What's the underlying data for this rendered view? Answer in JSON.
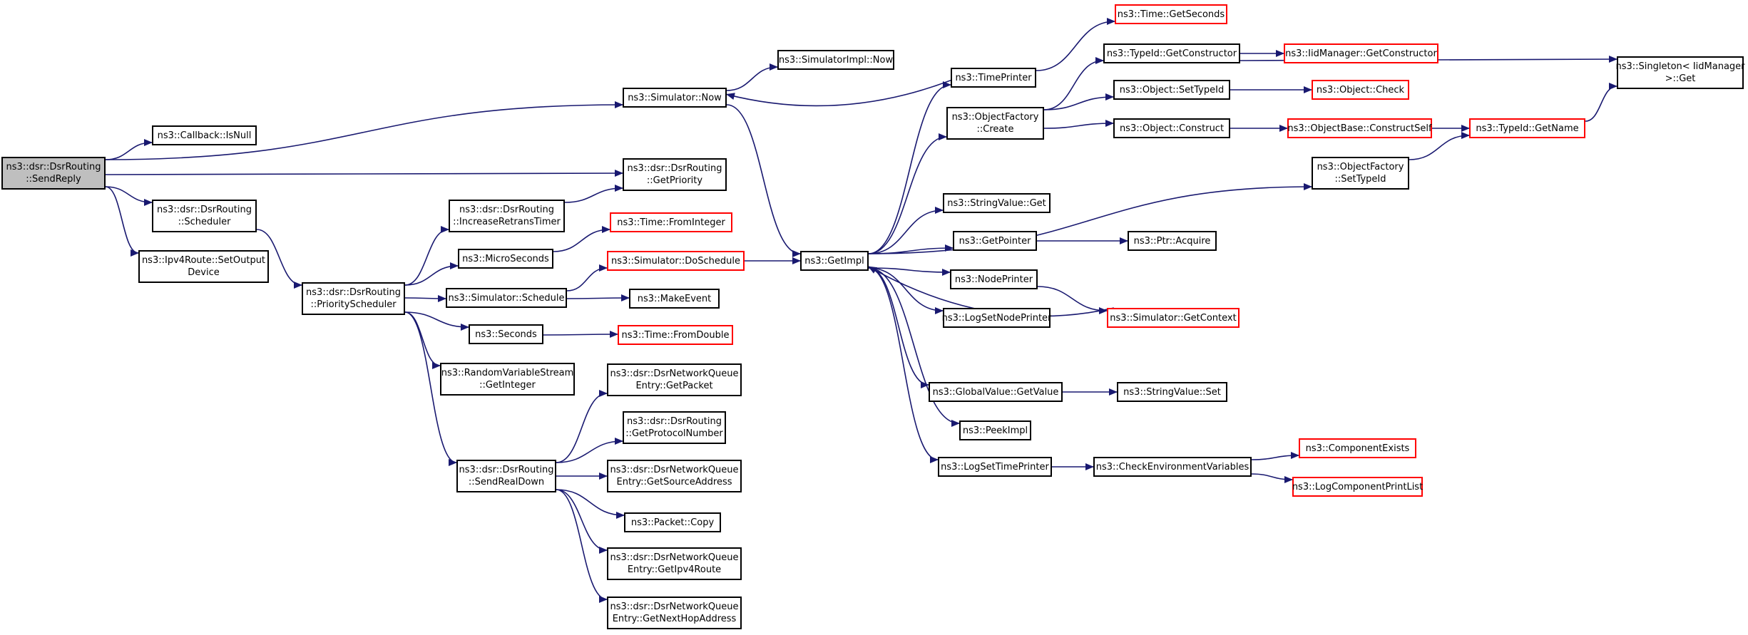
{
  "colors": {
    "edge": "#191970",
    "node_border": "#000000",
    "external_border": "#ff0000",
    "root_fill": "#bfbfbf",
    "background": "#ffffff"
  },
  "nodes": [
    {
      "id": "sendreply",
      "lines": [
        "ns3::dsr::DsrRouting",
        "::SendReply"
      ],
      "style": "root"
    },
    {
      "id": "isnull",
      "lines": [
        "ns3::Callback::IsNull"
      ],
      "style": "normal"
    },
    {
      "id": "scheduler",
      "lines": [
        "ns3::dsr::DsrRouting",
        "::Scheduler"
      ],
      "style": "normal"
    },
    {
      "id": "setoutput",
      "lines": [
        "ns3::Ipv4Route::SetOutput",
        "Device"
      ],
      "style": "normal"
    },
    {
      "id": "priosched",
      "lines": [
        "ns3::dsr::DsrRouting",
        "::PriorityScheduler"
      ],
      "style": "normal"
    },
    {
      "id": "incretrans",
      "lines": [
        "ns3::dsr::DsrRouting",
        "::IncreaseRetransTimer"
      ],
      "style": "normal"
    },
    {
      "id": "micro",
      "lines": [
        "ns3::MicroSeconds"
      ],
      "style": "normal"
    },
    {
      "id": "schedule",
      "lines": [
        "ns3::Simulator::Schedule"
      ],
      "style": "normal"
    },
    {
      "id": "seconds",
      "lines": [
        "ns3::Seconds"
      ],
      "style": "normal"
    },
    {
      "id": "rvs",
      "lines": [
        "ns3::RandomVariableStream",
        "::GetInteger"
      ],
      "style": "normal"
    },
    {
      "id": "realdown",
      "lines": [
        "ns3::dsr::DsrRouting",
        "::SendRealDown"
      ],
      "style": "normal"
    },
    {
      "id": "simnow",
      "lines": [
        "ns3::Simulator::Now"
      ],
      "style": "normal"
    },
    {
      "id": "getprio",
      "lines": [
        "ns3::dsr::DsrRouting",
        "::GetPriority"
      ],
      "style": "normal"
    },
    {
      "id": "fromint",
      "lines": [
        "ns3::Time::FromInteger"
      ],
      "style": "external"
    },
    {
      "id": "dosched",
      "lines": [
        "ns3::Simulator::DoSchedule"
      ],
      "style": "external"
    },
    {
      "id": "makeevent",
      "lines": [
        "ns3::MakeEvent"
      ],
      "style": "normal"
    },
    {
      "id": "fromdouble",
      "lines": [
        "ns3::Time::FromDouble"
      ],
      "style": "external"
    },
    {
      "id": "getpacket",
      "lines": [
        "ns3::dsr::DsrNetworkQueue",
        "Entry::GetPacket"
      ],
      "style": "normal"
    },
    {
      "id": "getproto",
      "lines": [
        "ns3::dsr::DsrRouting",
        "::GetProtocolNumber"
      ],
      "style": "normal"
    },
    {
      "id": "getsrc",
      "lines": [
        "ns3::dsr::DsrNetworkQueue",
        "Entry::GetSourceAddress"
      ],
      "style": "normal"
    },
    {
      "id": "pktcopy",
      "lines": [
        "ns3::Packet::Copy"
      ],
      "style": "normal"
    },
    {
      "id": "getipv4",
      "lines": [
        "ns3::dsr::DsrNetworkQueue",
        "Entry::GetIpv4Route"
      ],
      "style": "normal"
    },
    {
      "id": "getnexthop",
      "lines": [
        "ns3::dsr::DsrNetworkQueue",
        "Entry::GetNextHopAddress"
      ],
      "style": "normal"
    },
    {
      "id": "implnow",
      "lines": [
        "ns3::SimulatorImpl::Now"
      ],
      "style": "normal"
    },
    {
      "id": "getimpl",
      "lines": [
        "ns3::GetImpl"
      ],
      "style": "normal"
    },
    {
      "id": "timeprinter",
      "lines": [
        "ns3::TimePrinter"
      ],
      "style": "normal"
    },
    {
      "id": "getseconds",
      "lines": [
        "ns3::Time::GetSeconds"
      ],
      "style": "external"
    },
    {
      "id": "ofcreate",
      "lines": [
        "ns3::ObjectFactory",
        "::Create"
      ],
      "style": "normal"
    },
    {
      "id": "strget",
      "lines": [
        "ns3::StringValue::Get"
      ],
      "style": "normal"
    },
    {
      "id": "getpointer",
      "lines": [
        "ns3::GetPointer"
      ],
      "style": "normal"
    },
    {
      "id": "nodeprinter",
      "lines": [
        "ns3::NodePrinter"
      ],
      "style": "normal"
    },
    {
      "id": "logsetnode",
      "lines": [
        "ns3::LogSetNodePrinter"
      ],
      "style": "normal"
    },
    {
      "id": "gvget",
      "lines": [
        "ns3::GlobalValue::GetValue"
      ],
      "style": "normal"
    },
    {
      "id": "peekimpl",
      "lines": [
        "ns3::PeekImpl"
      ],
      "style": "normal"
    },
    {
      "id": "logsettime",
      "lines": [
        "ns3::LogSetTimePrinter"
      ],
      "style": "normal"
    },
    {
      "id": "tidgetctor",
      "lines": [
        "ns3::TypeId::GetConstructor"
      ],
      "style": "normal"
    },
    {
      "id": "objsettid",
      "lines": [
        "ns3::Object::SetTypeId"
      ],
      "style": "normal"
    },
    {
      "id": "objconstruct",
      "lines": [
        "ns3::Object::Construct"
      ],
      "style": "normal"
    },
    {
      "id": "ofsettid",
      "lines": [
        "ns3::ObjectFactory",
        "::SetTypeId"
      ],
      "style": "normal"
    },
    {
      "id": "ptracq",
      "lines": [
        "ns3::Ptr::Acquire"
      ],
      "style": "normal"
    },
    {
      "id": "getcontext",
      "lines": [
        "ns3::Simulator::GetContext"
      ],
      "style": "external"
    },
    {
      "id": "strset",
      "lines": [
        "ns3::StringValue::Set"
      ],
      "style": "normal"
    },
    {
      "id": "checkenv",
      "lines": [
        "ns3::CheckEnvironmentVariables"
      ],
      "style": "normal"
    },
    {
      "id": "iidgetctor",
      "lines": [
        "ns3::IidManager::GetConstructor"
      ],
      "style": "external"
    },
    {
      "id": "objcheck",
      "lines": [
        "ns3::Object::Check"
      ],
      "style": "external"
    },
    {
      "id": "constructself",
      "lines": [
        "ns3::ObjectBase::ConstructSelf"
      ],
      "style": "external"
    },
    {
      "id": "tidgetname",
      "lines": [
        "ns3::TypeId::GetName"
      ],
      "style": "external"
    },
    {
      "id": "singleton",
      "lines": [
        "ns3::Singleton< IidManager",
        " >::Get"
      ],
      "style": "normal"
    },
    {
      "id": "compexists",
      "lines": [
        "ns3::ComponentExists"
      ],
      "style": "external"
    },
    {
      "id": "logcomplist",
      "lines": [
        "ns3::LogComponentPrintList"
      ],
      "style": "external"
    }
  ],
  "edges": [
    [
      "sendreply",
      "simnow"
    ],
    [
      "sendreply",
      "isnull"
    ],
    [
      "sendreply",
      "getprio"
    ],
    [
      "sendreply",
      "scheduler"
    ],
    [
      "sendreply",
      "setoutput"
    ],
    [
      "scheduler",
      "priosched"
    ],
    [
      "priosched",
      "incretrans"
    ],
    [
      "priosched",
      "micro"
    ],
    [
      "priosched",
      "schedule"
    ],
    [
      "priosched",
      "seconds"
    ],
    [
      "priosched",
      "rvs"
    ],
    [
      "priosched",
      "realdown"
    ],
    [
      "incretrans",
      "getprio"
    ],
    [
      "micro",
      "fromint"
    ],
    [
      "schedule",
      "dosched"
    ],
    [
      "schedule",
      "makeevent"
    ],
    [
      "seconds",
      "fromdouble"
    ],
    [
      "realdown",
      "getpacket"
    ],
    [
      "realdown",
      "getproto"
    ],
    [
      "realdown",
      "getsrc"
    ],
    [
      "realdown",
      "pktcopy"
    ],
    [
      "realdown",
      "getipv4"
    ],
    [
      "realdown",
      "getnexthop"
    ],
    [
      "simnow",
      "implnow"
    ],
    [
      "simnow",
      "getimpl"
    ],
    [
      "dosched",
      "getimpl"
    ],
    [
      "getimpl",
      "timeprinter"
    ],
    [
      "getimpl",
      "ofcreate"
    ],
    [
      "getimpl",
      "strget"
    ],
    [
      "getimpl",
      "getpointer"
    ],
    [
      "getimpl",
      "nodeprinter"
    ],
    [
      "getimpl",
      "logsetnode"
    ],
    [
      "getimpl",
      "gvget"
    ],
    [
      "getimpl",
      "peekimpl"
    ],
    [
      "getimpl",
      "logsettime"
    ],
    [
      "getimpl",
      "ofsettid"
    ],
    [
      "timeprinter",
      "simnow"
    ],
    [
      "timeprinter",
      "getseconds"
    ],
    [
      "ofcreate",
      "tidgetctor"
    ],
    [
      "ofcreate",
      "objsettid"
    ],
    [
      "ofcreate",
      "objconstruct"
    ],
    [
      "tidgetctor",
      "iidgetctor"
    ],
    [
      "tidgetctor",
      "singleton"
    ],
    [
      "objsettid",
      "objcheck"
    ],
    [
      "objconstruct",
      "constructself"
    ],
    [
      "constructself",
      "tidgetname"
    ],
    [
      "ofsettid",
      "tidgetname"
    ],
    [
      "tidgetname",
      "singleton"
    ],
    [
      "getpointer",
      "ptracq"
    ],
    [
      "nodeprinter",
      "getcontext"
    ],
    [
      "getcontext",
      "getimpl"
    ],
    [
      "gvget",
      "strset"
    ],
    [
      "logsettime",
      "checkenv"
    ],
    [
      "checkenv",
      "compexists"
    ],
    [
      "checkenv",
      "logcomplist"
    ]
  ]
}
